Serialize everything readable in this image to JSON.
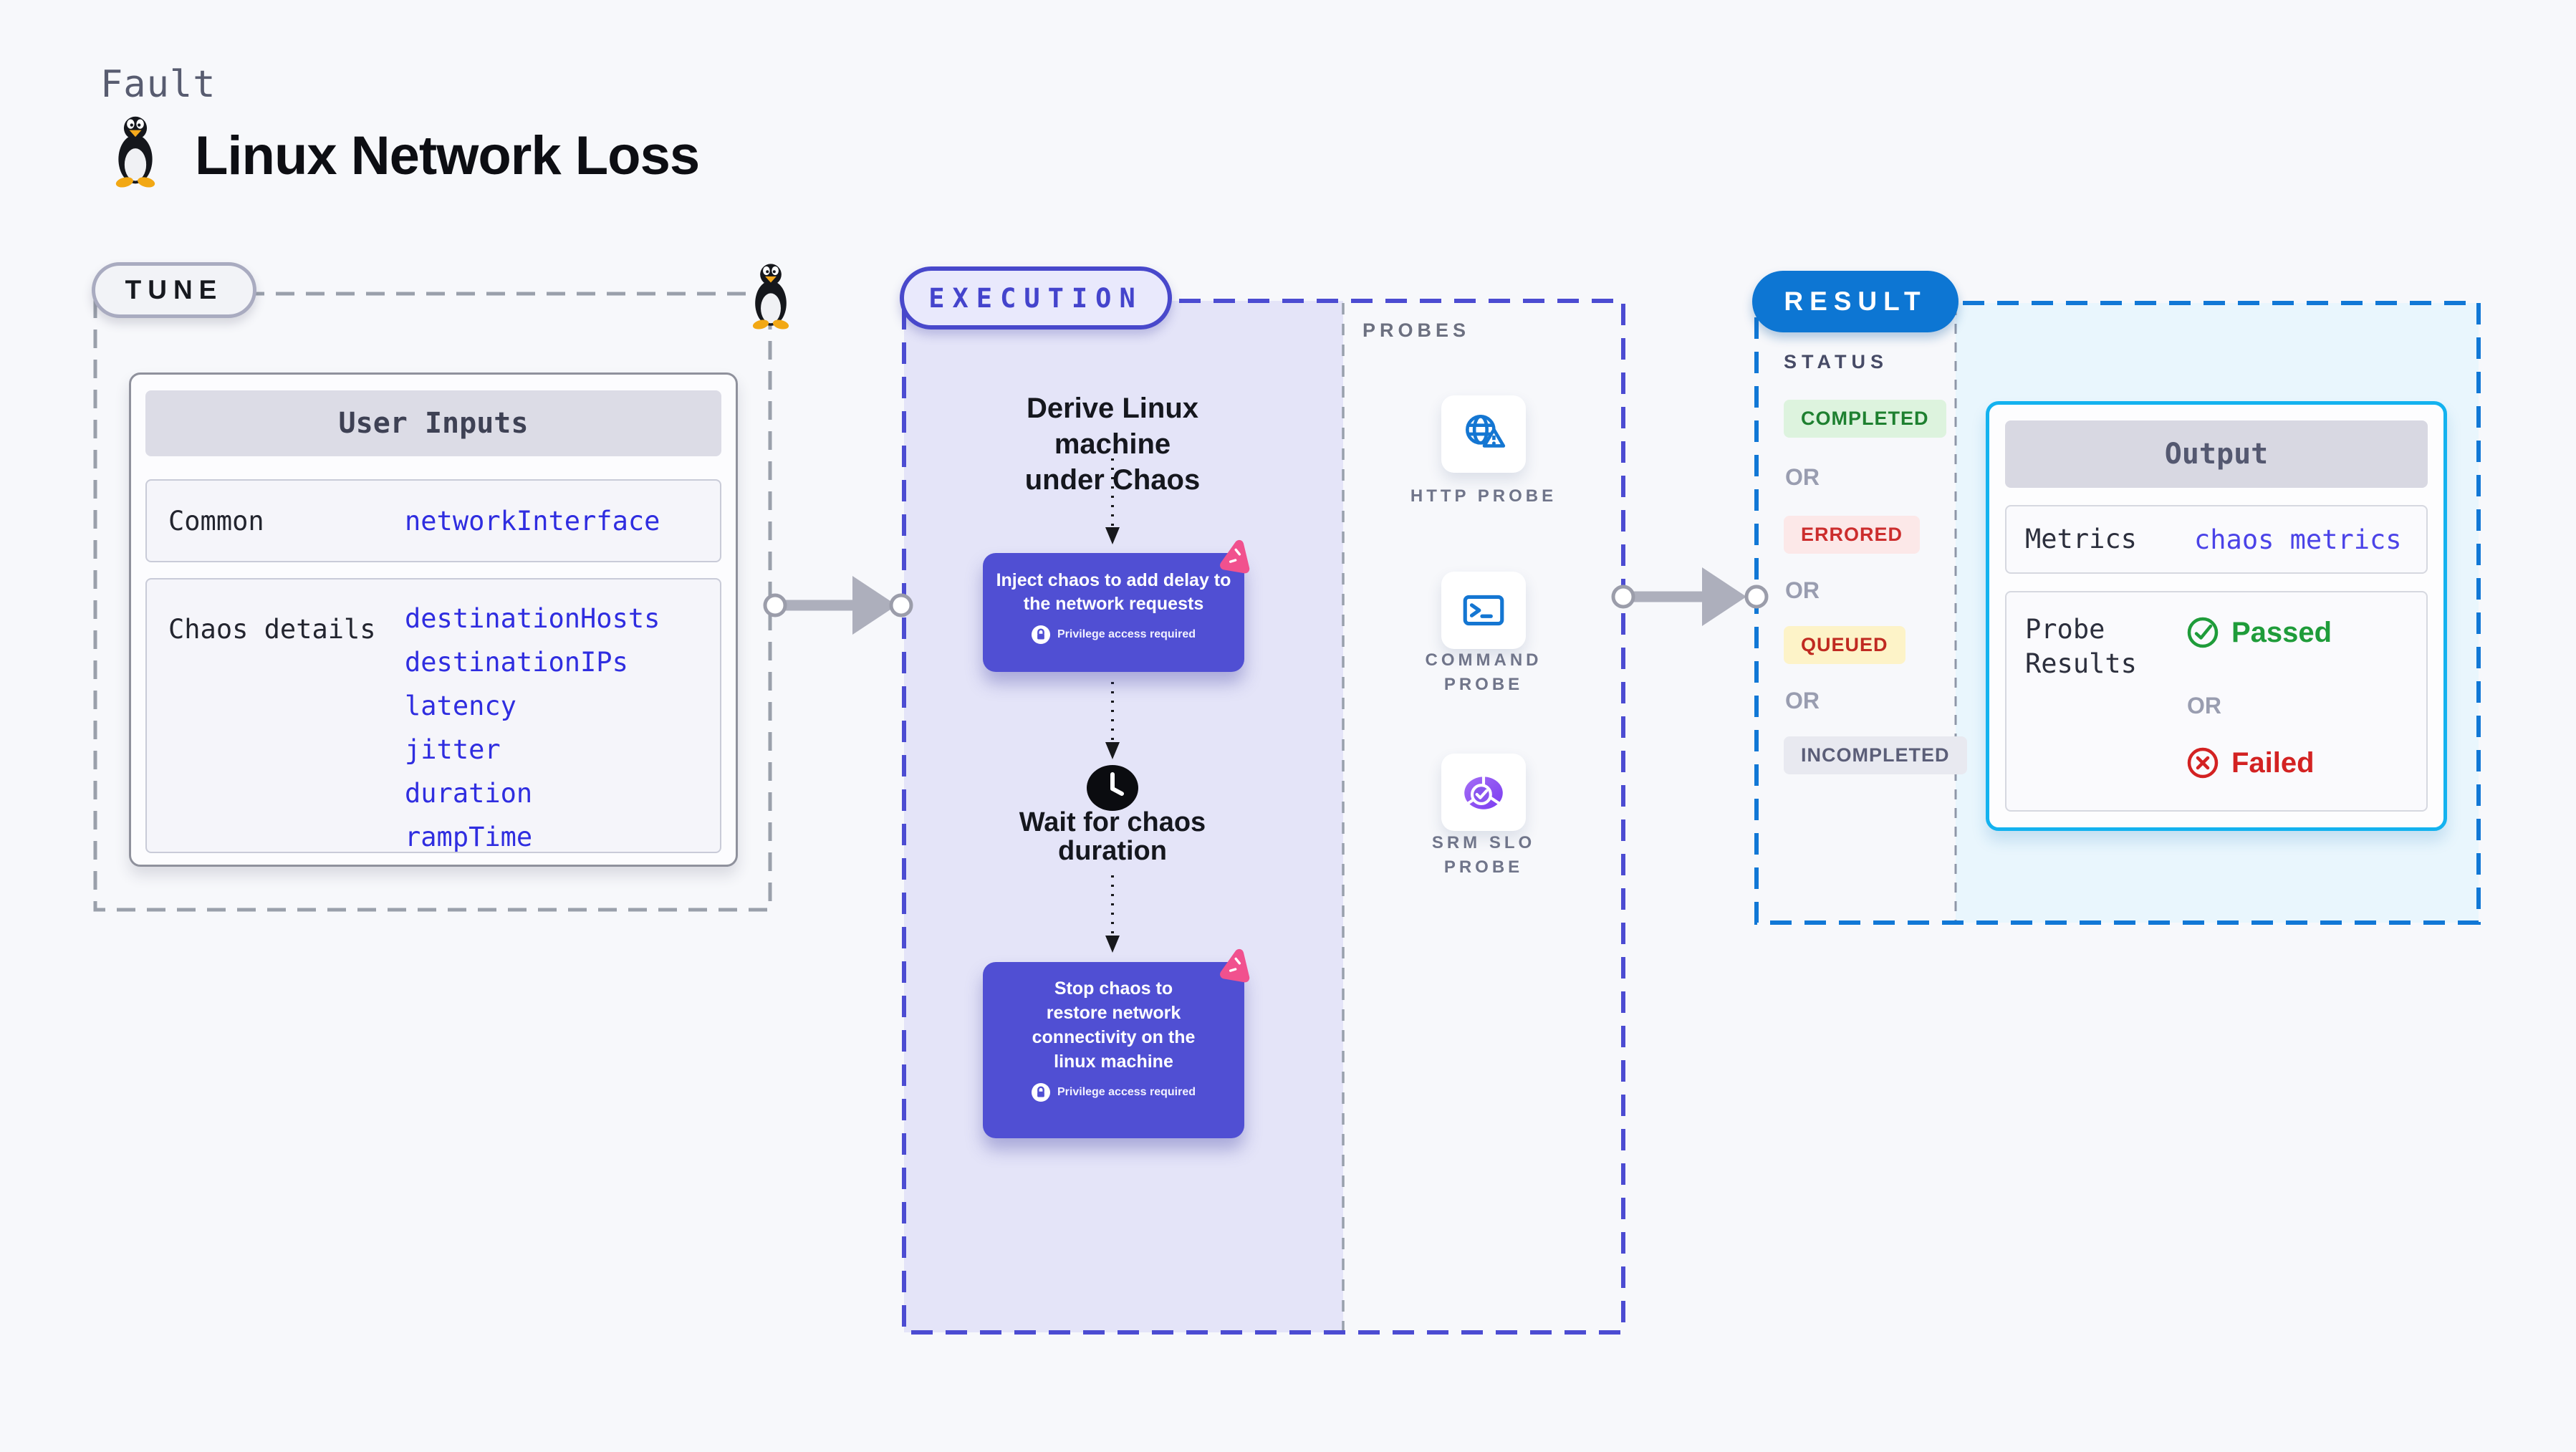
{
  "header": {
    "eyebrow": "Fault",
    "title": "Linux Network Loss",
    "icon": "tux-penguin-icon"
  },
  "tune": {
    "pill": "TUNE",
    "card": {
      "header": "User Inputs",
      "rows": [
        {
          "label": "Common",
          "values": [
            "networkInterface"
          ]
        },
        {
          "label": "Chaos details",
          "values": [
            "destinationHosts",
            "destinationIPs",
            "latency",
            "jitter",
            "duration",
            "rampTime"
          ]
        }
      ]
    }
  },
  "execution": {
    "pill": "EXECUTION",
    "derive_step": "Derive Linux machine\nunder Chaos",
    "inject_step": "Inject chaos to add delay to\nthe network requests",
    "wait_step": "Wait for chaos\nduration",
    "stop_step": "Stop chaos to\nrestore network\nconnectivity on the\nlinux machine",
    "privilege_note": "Privilege access required"
  },
  "probes": {
    "label": "PROBES",
    "items": [
      {
        "icon": "globe-alert-icon",
        "label": "HTTP PROBE"
      },
      {
        "icon": "terminal-icon",
        "label": "COMMAND\nPROBE"
      },
      {
        "icon": "slo-pie-icon",
        "label": "SRM SLO\nPROBE"
      }
    ]
  },
  "result": {
    "pill": "RESULT",
    "status_heading": "STATUS",
    "or_label": "OR",
    "statuses": [
      {
        "label": "COMPLETED",
        "bg": "#ddf3de",
        "color": "#1e8030"
      },
      {
        "label": "ERRORED",
        "bg": "#fce8e8",
        "color": "#cc2d2d"
      },
      {
        "label": "QUEUED",
        "bg": "#fdf3c8",
        "color": "#c02a21"
      },
      {
        "label": "INCOMPLETED",
        "bg": "#e8e9f0",
        "color": "#5b5e78"
      }
    ],
    "output": {
      "header": "Output",
      "metrics_label": "Metrics",
      "metrics_value": "chaos metrics",
      "probe_results_label": "Probe\nResults",
      "passed_label": "Passed",
      "or_label": "OR",
      "failed_label": "Failed"
    }
  },
  "colors": {
    "page_background": "#f7f8fb",
    "tune_border": "#9aa0ab",
    "execution_accent": "#4c4cd2",
    "execution_fill": "#e4e4f8",
    "chaos_card_purple": "#504fd3",
    "chaos_pink": "#f1518e",
    "result_accent": "#1178d6",
    "result_fill": "#e9f6fd",
    "result_pill_blue": "#0d76d3",
    "output_border": "#13b2ef",
    "probe_icon_blue": "#1476d2",
    "srm_icon_purple": "#7b3bf0",
    "value_blue": "#2f2de0",
    "passed_green": "#1f9c3a",
    "failed_red": "#d32222"
  }
}
